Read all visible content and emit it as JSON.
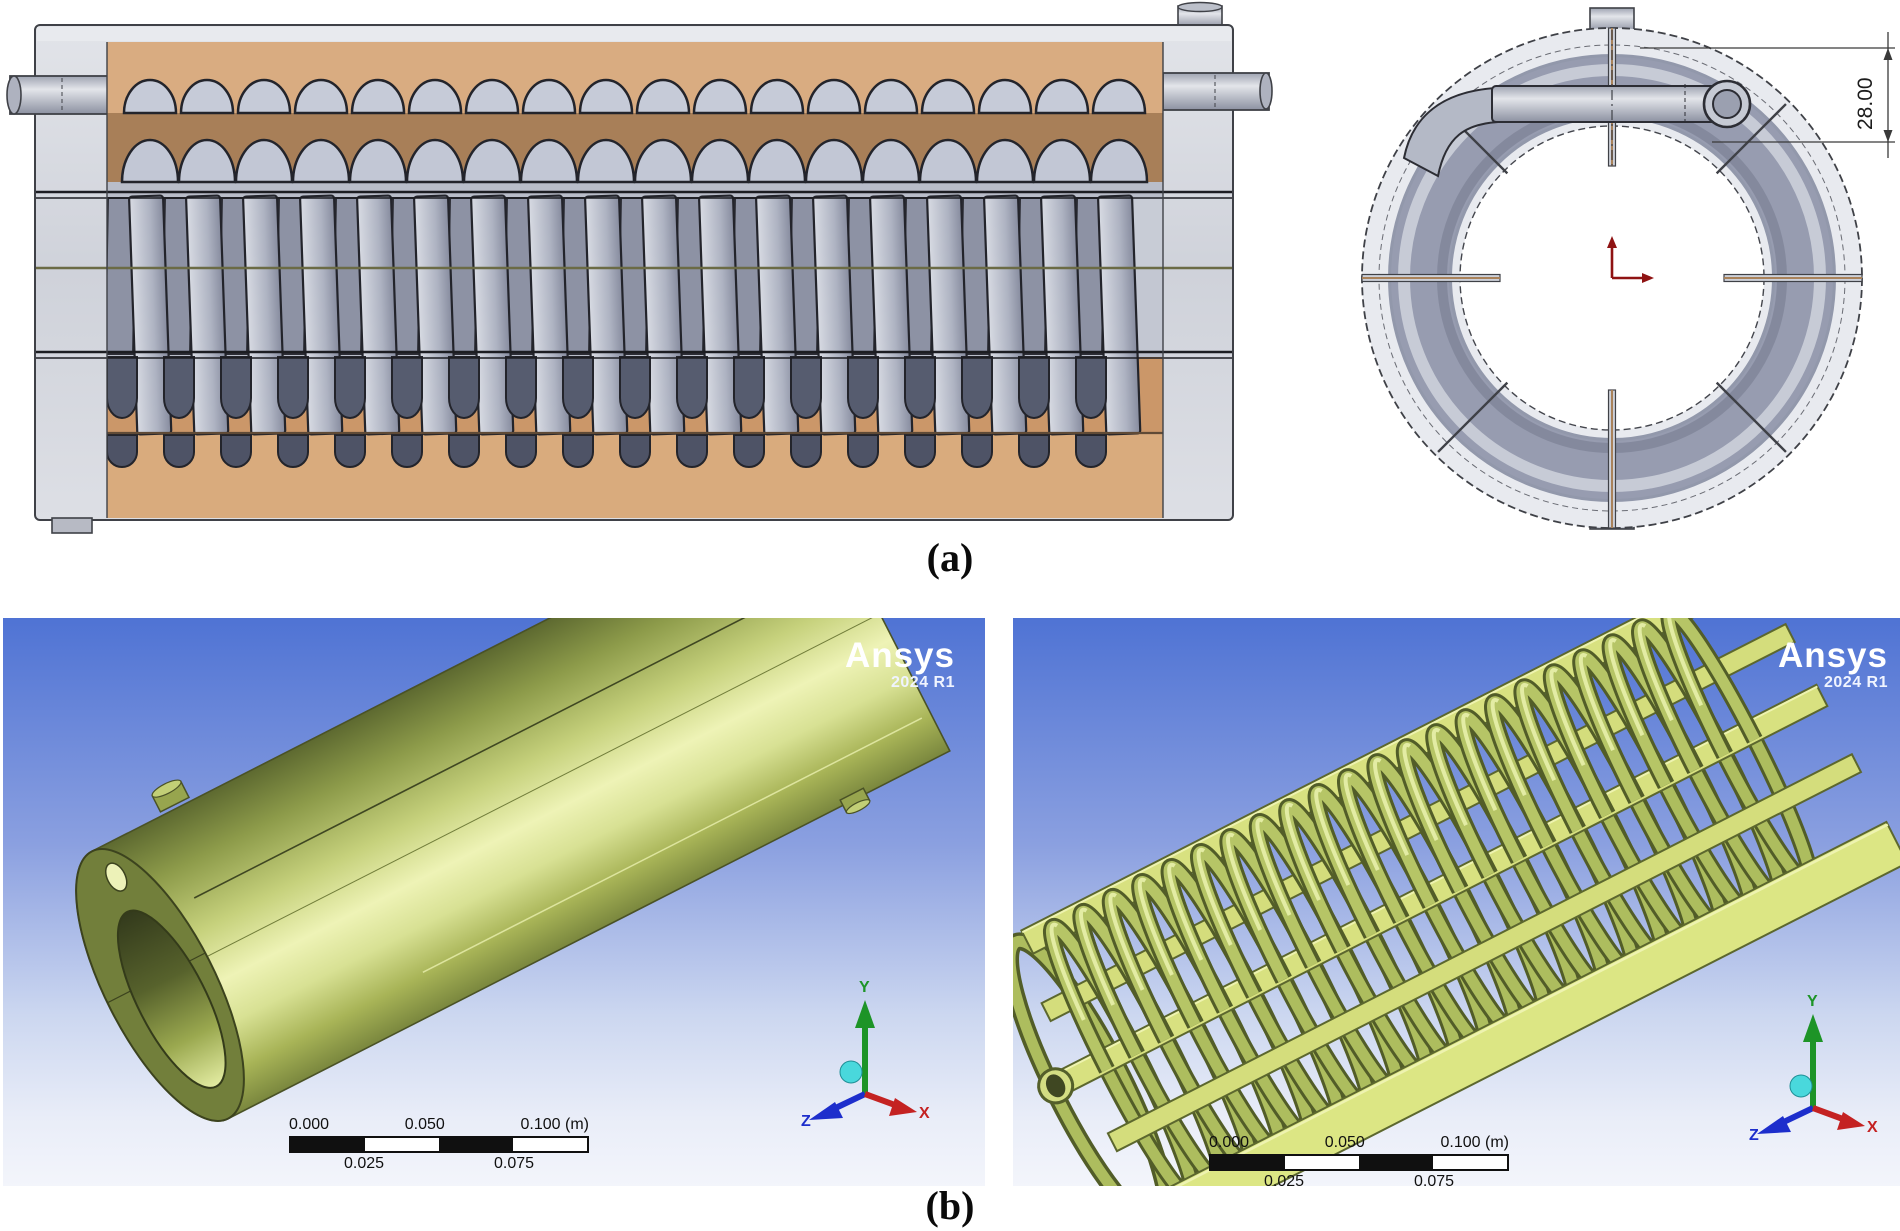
{
  "panel_a": {
    "label": "(a)",
    "dimension": "28.00"
  },
  "panel_b": {
    "label": "(b)"
  },
  "viewport": {
    "logo": "Ansys",
    "version": "2024 R1",
    "scale_bar": {
      "t0": "0.000",
      "t1": "0.050",
      "t2": "0.100 (m)",
      "b1": "0.025",
      "b2": "0.075"
    },
    "triad": {
      "x": "X",
      "y": "Y",
      "z": "Z"
    }
  },
  "geometry": {
    "side_loop_count": 18,
    "render_ring_count": 22
  },
  "colors": {
    "copper": "#c9986b",
    "copper_dark": "#a87f58",
    "steel": "#c9cdd7",
    "shell": "#d6d8de",
    "render_green": "#c3cf72",
    "viewport_top": "#4f73d4",
    "viewport_bottom": "#f3f5fb",
    "triad_x": "#c42222",
    "triad_y": "#1d9427",
    "triad_z": "#1d2ecc",
    "triad_sphere": "#49d8dc",
    "origin_marker": "#8f1313",
    "line": "#3f4147"
  }
}
